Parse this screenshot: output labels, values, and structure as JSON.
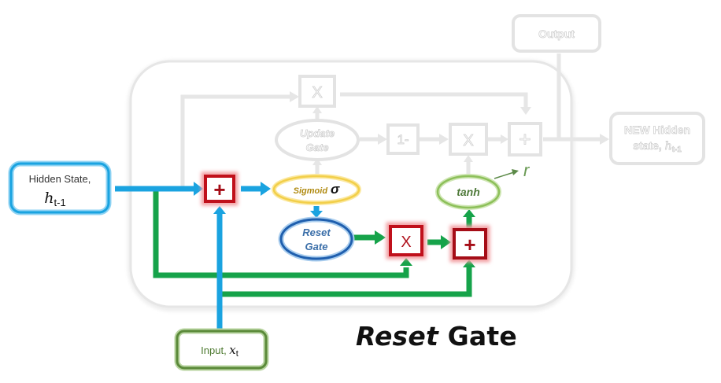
{
  "title": {
    "emphasis": "Reset",
    "rest": " Gate"
  },
  "nodes": {
    "hidden_state": {
      "label": "Hidden State,",
      "var": "h",
      "sub": "t-1"
    },
    "input": {
      "label": "Input, ",
      "var": "x",
      "sub": "t"
    },
    "add_input": {
      "symbol": "+"
    },
    "sigmoid": {
      "label": "Sigmoid",
      "symbol": "σ"
    },
    "reset_gate": {
      "line1": "Reset",
      "line2": "Gate"
    },
    "multiply_reset": {
      "symbol": "X"
    },
    "add_reset": {
      "symbol": "+"
    },
    "tanh": {
      "label": "tanh"
    },
    "r_label": {
      "text": "r"
    },
    "update_gate": {
      "line1": "Update",
      "line2": "Gate"
    },
    "multiply_top": {
      "symbol": "X"
    },
    "one_minus": {
      "symbol": "1-"
    },
    "multiply_mid": {
      "symbol": "X"
    },
    "add_out": {
      "symbol": "+"
    },
    "output": {
      "label": "Output"
    },
    "new_hidden": {
      "line1": "NEW Hidden",
      "line2": "state, ",
      "var": "h",
      "sub": "t-1"
    }
  },
  "colors": {
    "blue": "#1aa3e0",
    "green": "#16a34a",
    "red": "#c0101b",
    "yellow": "#f2cf4a",
    "reset_blue": "#1f5fae",
    "tanh_green": "#8dc05a",
    "input_green": "#5b8a3a",
    "faded": "#e2e2e2",
    "faded_text": "#c9c9c9"
  }
}
